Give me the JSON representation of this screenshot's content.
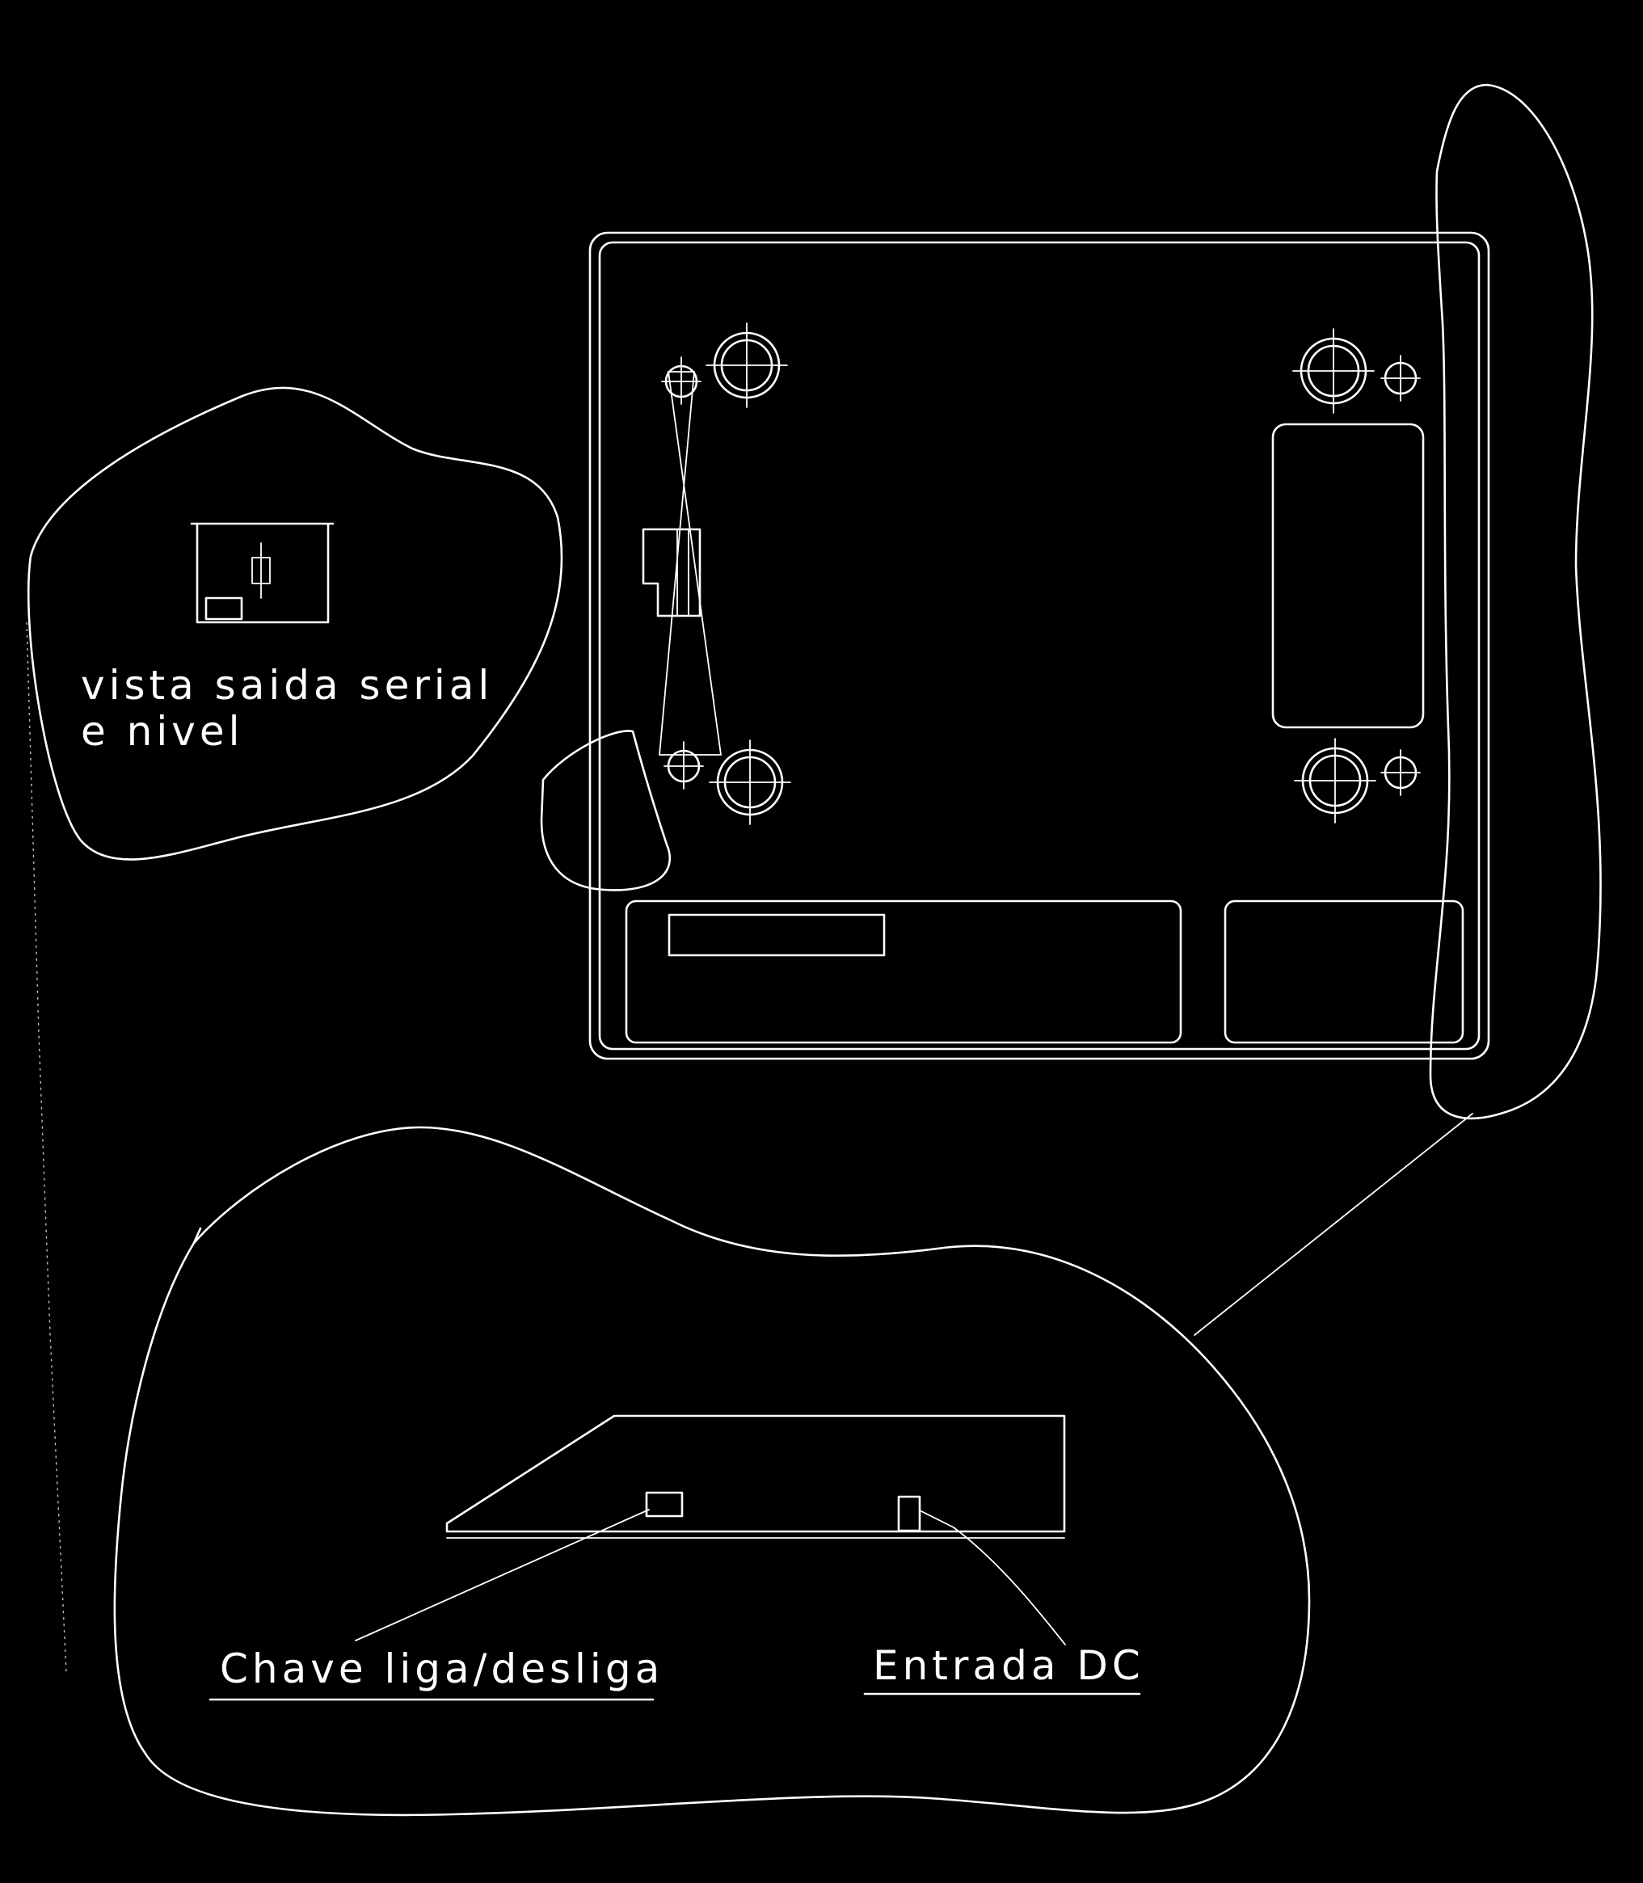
{
  "callouts": {
    "serial_view": {
      "line1": "vista saida serial",
      "line2": "e nivel"
    },
    "power_switch": "Chave liga/desliga",
    "dc_input": "Entrada DC"
  },
  "colors": {
    "background": "#000000",
    "lines": "#ffffff"
  }
}
